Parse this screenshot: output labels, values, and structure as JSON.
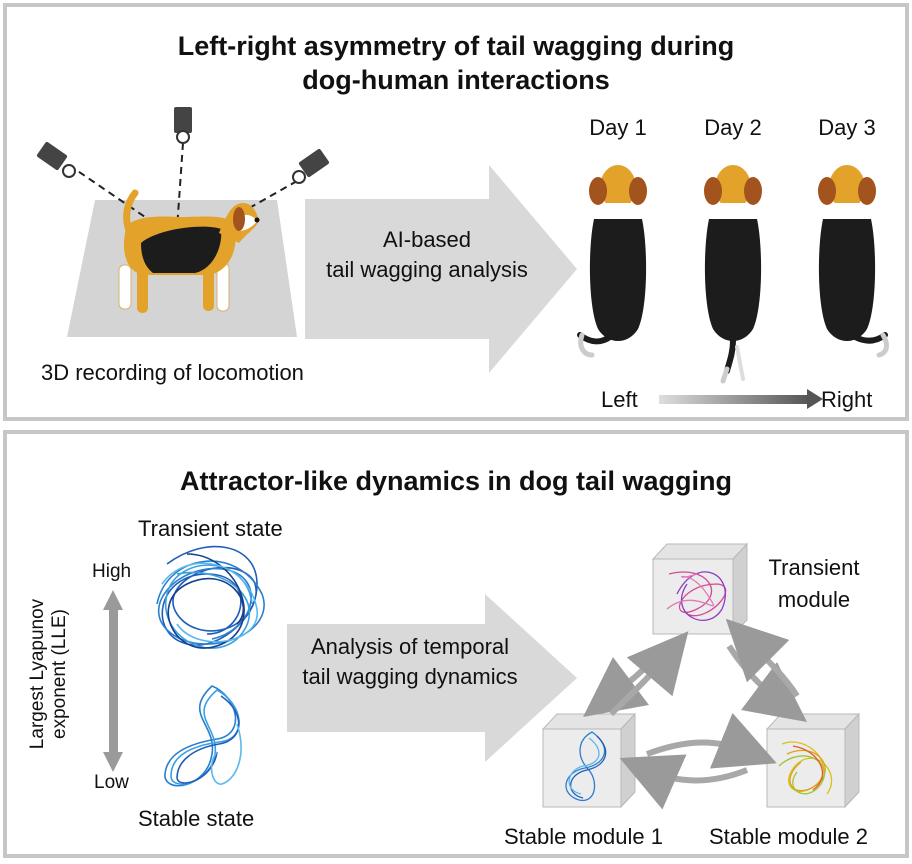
{
  "top": {
    "title_line1": "Left-right asymmetry of tail wagging during",
    "title_line2": "dog-human interactions",
    "recording_caption": "3D recording of locomotion",
    "arrow_line1": "AI-based",
    "arrow_line2": "tail wagging analysis",
    "days": [
      "Day 1",
      "Day 2",
      "Day 3"
    ],
    "scale_left": "Left",
    "scale_right": "Right"
  },
  "bottom": {
    "title": "Attractor-like dynamics in dog tail wagging",
    "transient_state": "Transient state",
    "stable_state": "Stable state",
    "high": "High",
    "low": "Low",
    "axis_label_line1": "Largest  Lyapunov",
    "axis_label_line2": "exponent (LLE)",
    "arrow_line1": "Analysis of temporal",
    "arrow_line2": "tail wagging dynamics",
    "transient_module_line1": "Transient",
    "transient_module_line2": "module",
    "stable_module_1": "Stable module 1",
    "stable_module_2": "Stable module 2"
  },
  "colors": {
    "panel_border": "#c6c6c6",
    "big_arrow": "#d9d9d9",
    "stage": "#d4d4d4",
    "dog_tan": "#e3a32a",
    "dog_black": "#1c1c1c",
    "dog_brown": "#a3531e",
    "trajectory_blue": "#2a7fd0",
    "trajectory_pink": "#d44a9a",
    "trajectory_yellow": "#d6c21a"
  }
}
